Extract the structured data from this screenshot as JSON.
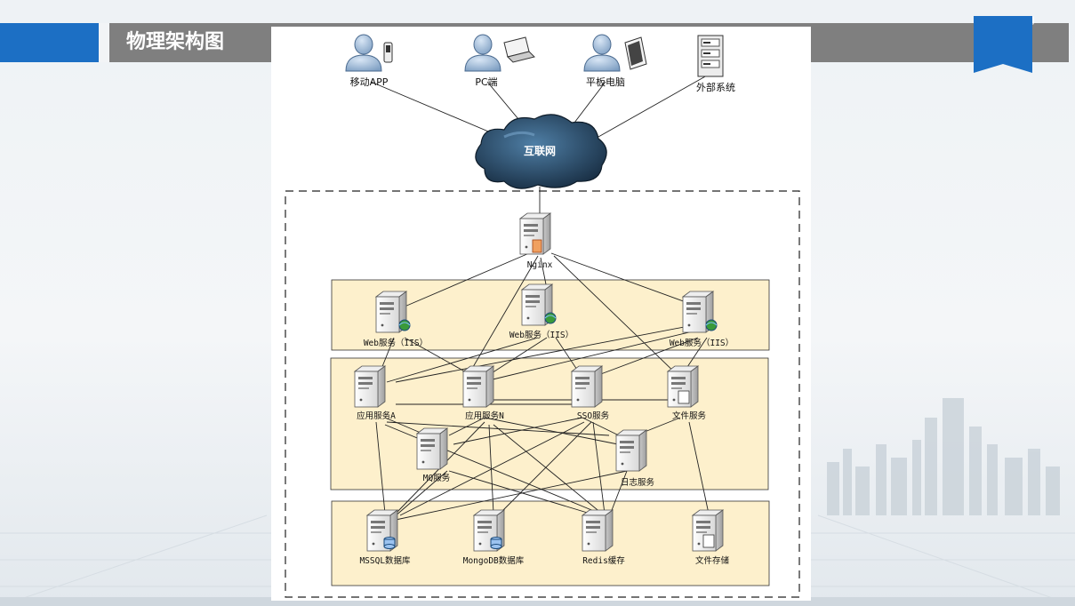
{
  "slide": {
    "title": "物理架构图"
  },
  "colors": {
    "title_bar": "#7f7f7f",
    "accent_blue": "#1c6fc4",
    "tier_fill": "#fdf0cc",
    "cloud": "#2f4f6e",
    "line": "#111111"
  },
  "diagram": {
    "clients": [
      {
        "id": "mobile",
        "label": "移动APP",
        "icon": "user-phone-icon"
      },
      {
        "id": "pc",
        "label": "PC端",
        "icon": "user-laptop-icon"
      },
      {
        "id": "tablet",
        "label": "平板电脑",
        "icon": "user-tablet-icon"
      },
      {
        "id": "external",
        "label": "外部系统",
        "icon": "server-rack-icon"
      }
    ],
    "internet": {
      "label": "互联网",
      "icon": "cloud-icon"
    },
    "gateway": {
      "label": "Nginx",
      "icon": "server-icon"
    },
    "web_tier": [
      {
        "id": "web1",
        "label": "Web服务（IIS）",
        "icon": "web-server-icon"
      },
      {
        "id": "web2",
        "label": "Web服务（IIS）",
        "icon": "web-server-icon"
      },
      {
        "id": "web3",
        "label": "Web服务（IIS）",
        "icon": "web-server-icon"
      }
    ],
    "service_tier": [
      {
        "id": "appA",
        "label": "应用服务A",
        "icon": "server-icon"
      },
      {
        "id": "appN",
        "label": "应用服务N",
        "icon": "server-icon"
      },
      {
        "id": "sso",
        "label": "SSO服务",
        "icon": "server-icon"
      },
      {
        "id": "file",
        "label": "文件服务",
        "icon": "file-server-icon"
      },
      {
        "id": "mq",
        "label": "MQ服务",
        "icon": "server-icon"
      },
      {
        "id": "log",
        "label": "日志服务",
        "icon": "server-icon"
      }
    ],
    "data_tier": [
      {
        "id": "mssql",
        "label": "MSSQL数据库",
        "icon": "database-server-icon"
      },
      {
        "id": "mongo",
        "label": "MongoDB数据库",
        "icon": "database-server-icon"
      },
      {
        "id": "redis",
        "label": "Redis缓存",
        "icon": "server-icon"
      },
      {
        "id": "storage",
        "label": "文件存储",
        "icon": "file-server-icon"
      }
    ]
  }
}
